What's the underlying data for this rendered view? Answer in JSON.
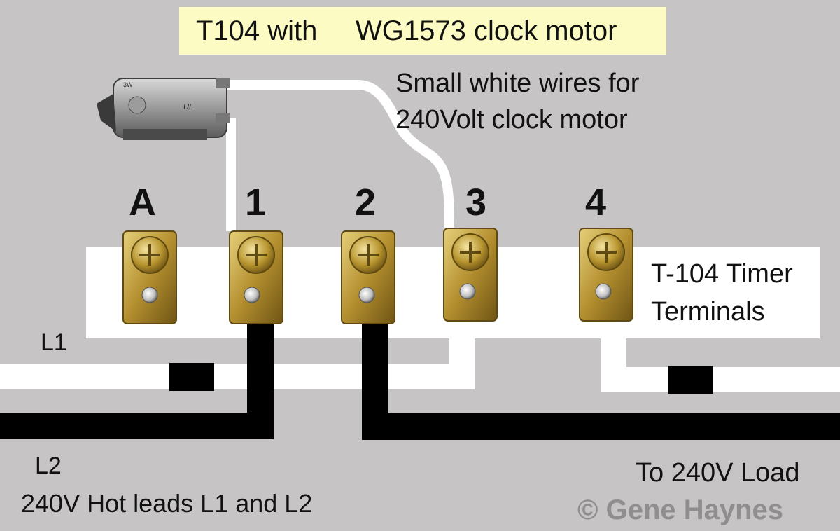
{
  "title": {
    "part1": "T104 with",
    "part2": "WG1573 clock motor"
  },
  "motor_note": {
    "line1": "Small white wires for",
    "line2": "240Volt clock motor"
  },
  "terminals": [
    {
      "id": "A",
      "label": "A"
    },
    {
      "id": "1",
      "label": "1"
    },
    {
      "id": "2",
      "label": "2"
    },
    {
      "id": "3",
      "label": "3"
    },
    {
      "id": "4",
      "label": "4"
    }
  ],
  "terminal_strip": {
    "line1": "T-104 Timer",
    "line2": "Terminals"
  },
  "leads": {
    "l1": "L1",
    "l2": "L2",
    "hot_leads": "240V Hot leads L1 and L2",
    "load": "To 240V Load"
  },
  "copyright": "© Gene Haynes",
  "motor_markings": {
    "m1": "3W",
    "m2": "UL"
  },
  "colors": {
    "background": "#c7c4c5",
    "title_box": "#fbfbc3",
    "wire_white": "#ffffff",
    "wire_black": "#000000",
    "brass": "#b89a3c",
    "strip": "#ffffff"
  }
}
